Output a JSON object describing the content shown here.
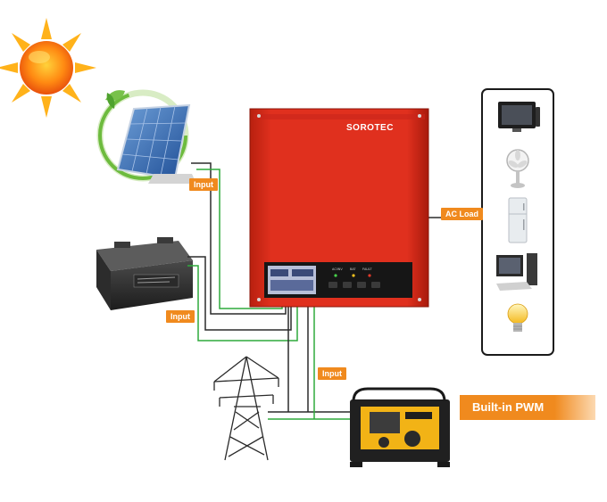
{
  "labels": {
    "input_solar": "Input",
    "input_battery": "Input",
    "input_generator": "Input",
    "ac_load": "AC Load",
    "feature": "Built-in PWM"
  },
  "inverter": {
    "brand": "SOROTEC",
    "color": "#e0301e",
    "indicator_labels": [
      "AC/INV",
      "BAT",
      "FAULT"
    ]
  },
  "wire_colors": {
    "dark": "#2b2b2b",
    "green": "#2faa3c"
  },
  "components": {
    "sources": [
      "sun-icon",
      "solar-panel-icon",
      "battery-icon",
      "power-tower-icon",
      "generator-icon"
    ],
    "loads": [
      "tv-icon",
      "fan-icon",
      "refrigerator-icon",
      "computer-icon",
      "light-bulb-icon"
    ]
  }
}
